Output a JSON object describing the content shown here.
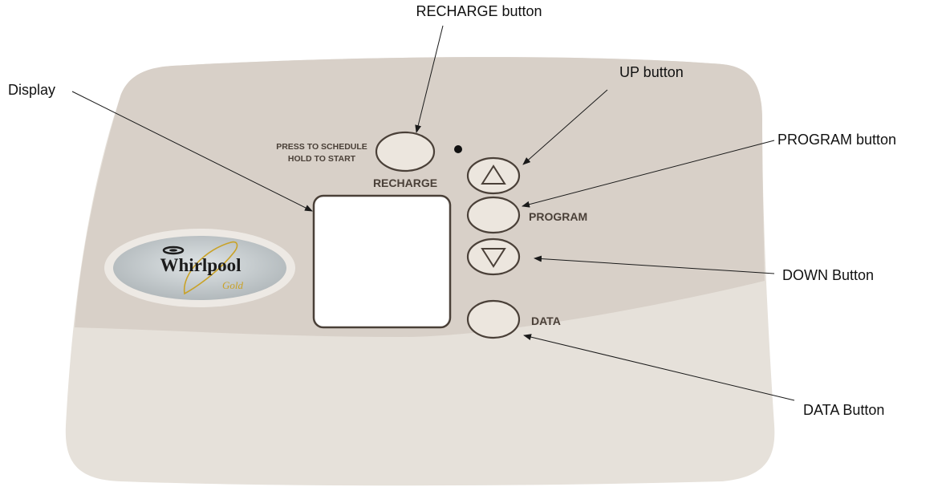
{
  "colors": {
    "panel_top": "#d8d0c8",
    "panel_bottom": "#e6e1da",
    "button_fill": "#ece6de",
    "button_outline": "#4a4038",
    "display_fill": "#ffffff",
    "logo_gold": "#c9a227"
  },
  "panel": {
    "recharge_hint_line1": "PRESS TO SCHEDULE",
    "recharge_hint_line2": "HOLD TO START",
    "recharge_label": "RECHARGE",
    "program_label": "PROGRAM",
    "data_label": "DATA",
    "logo_brand": "Whirlpool",
    "logo_sub": "Gold"
  },
  "callouts": {
    "recharge": "RECHARGE button",
    "display": "Display",
    "up": "UP button",
    "program": "PROGRAM button",
    "down": "DOWN Button",
    "data": "DATA Button"
  },
  "icons": {
    "up": "triangle-up-icon",
    "down": "triangle-down-icon",
    "indicator": "indicator-led-icon"
  }
}
